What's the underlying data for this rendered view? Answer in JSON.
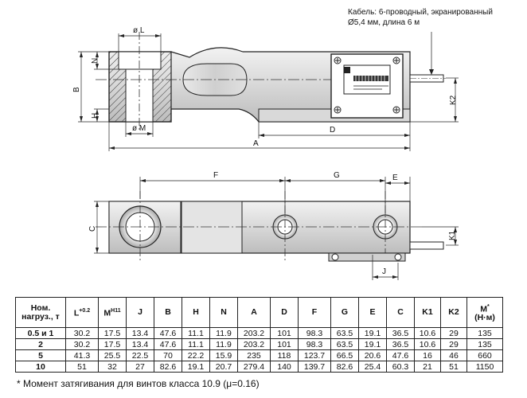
{
  "cable_note": {
    "line1": "Кабель: 6-проводный, экранированный",
    "line2": "Ø5,4 мм, длина 6 м"
  },
  "dimension_labels": {
    "L": "ø L",
    "N": "N",
    "B": "B",
    "H": "H",
    "M": "ø M",
    "D": "D",
    "A": "A",
    "K2": "K2",
    "F": "F",
    "G": "G",
    "E": "E",
    "C": "C",
    "K1": "K1",
    "J": "J"
  },
  "table": {
    "headers": [
      {
        "main": "Ном. нагруз., т",
        "sup": ""
      },
      {
        "main": "L",
        "sup": "+0.2"
      },
      {
        "main": "M",
        "sup": "H11"
      },
      {
        "main": "J",
        "sup": ""
      },
      {
        "main": "B",
        "sup": ""
      },
      {
        "main": "H",
        "sup": ""
      },
      {
        "main": "N",
        "sup": ""
      },
      {
        "main": "A",
        "sup": ""
      },
      {
        "main": "D",
        "sup": ""
      },
      {
        "main": "F",
        "sup": ""
      },
      {
        "main": "G",
        "sup": ""
      },
      {
        "main": "E",
        "sup": ""
      },
      {
        "main": "C",
        "sup": ""
      },
      {
        "main": "K1",
        "sup": ""
      },
      {
        "main": "K2",
        "sup": ""
      },
      {
        "main": "M",
        "sup": "*",
        "extra": "(Н·м)"
      }
    ],
    "rows": [
      [
        "0.5 и 1",
        "30.2",
        "17.5",
        "13.4",
        "47.6",
        "11.1",
        "11.9",
        "203.2",
        "101",
        "98.3",
        "63.5",
        "19.1",
        "36.5",
        "10.6",
        "29",
        "135"
      ],
      [
        "2",
        "30.2",
        "17.5",
        "13.4",
        "47.6",
        "11.1",
        "11.9",
        "203.2",
        "101",
        "98.3",
        "63.5",
        "19.1",
        "36.5",
        "10.6",
        "29",
        "135"
      ],
      [
        "5",
        "41.3",
        "25.5",
        "22.5",
        "70",
        "22.2",
        "15.9",
        "235",
        "118",
        "123.7",
        "66.5",
        "20.6",
        "47.6",
        "16",
        "46",
        "660"
      ],
      [
        "10",
        "51",
        "32",
        "27",
        "82.6",
        "19.1",
        "20.7",
        "279.4",
        "140",
        "139.7",
        "82.6",
        "25.4",
        "60.3",
        "21",
        "51",
        "1150"
      ]
    ]
  },
  "footnote": "* Момент затягивания для винтов класса 10.9 (μ=0.16)"
}
